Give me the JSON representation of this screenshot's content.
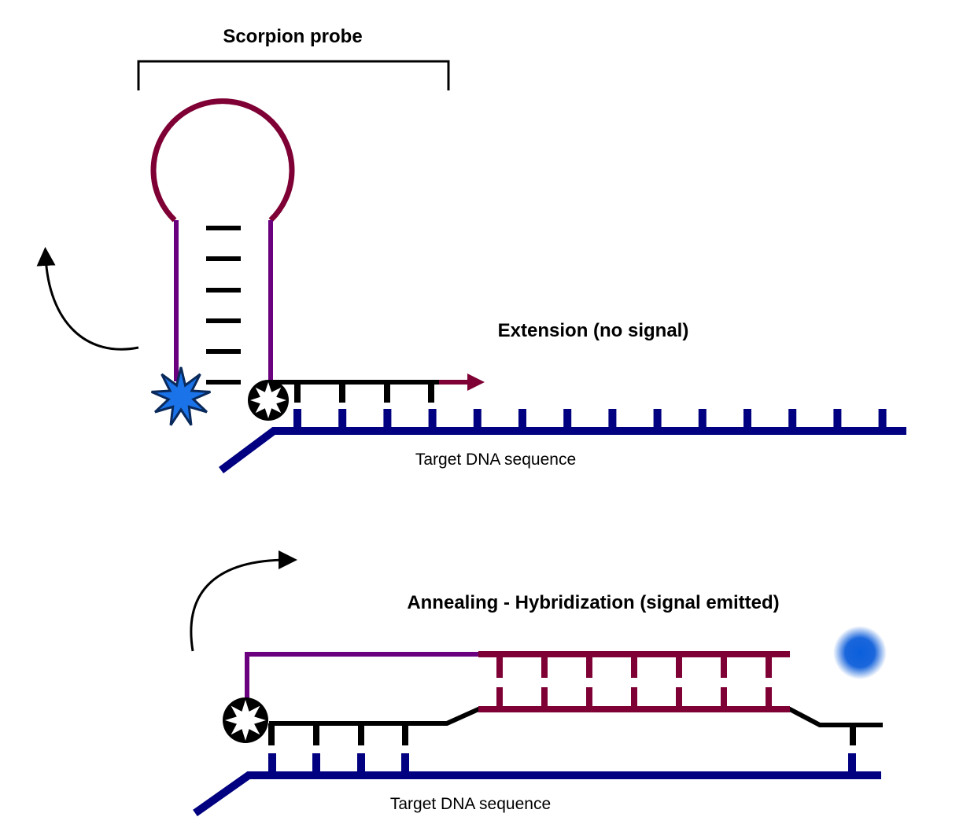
{
  "diagram": {
    "title": "Scorpion probe",
    "top_panel": {
      "step_label": "Extension (no signal)",
      "target_label": "Target DNA sequence",
      "hairpin_stem_pairs": 6,
      "primer_base_pairs": 4,
      "target_ticks": 14
    },
    "bottom_panel": {
      "step_label": "Annealing - Hybridization (signal emitted)",
      "target_label": "Target DNA sequence",
      "probe_target_pairs": 7,
      "primer_base_pairs": 4
    },
    "legend_colors": {
      "loop_probe": "#7e0034",
      "stem": "#6a007e",
      "primer": "#000000",
      "target": "#000080",
      "fluorophore": "#1a73e8",
      "quencher": "#000000"
    }
  }
}
